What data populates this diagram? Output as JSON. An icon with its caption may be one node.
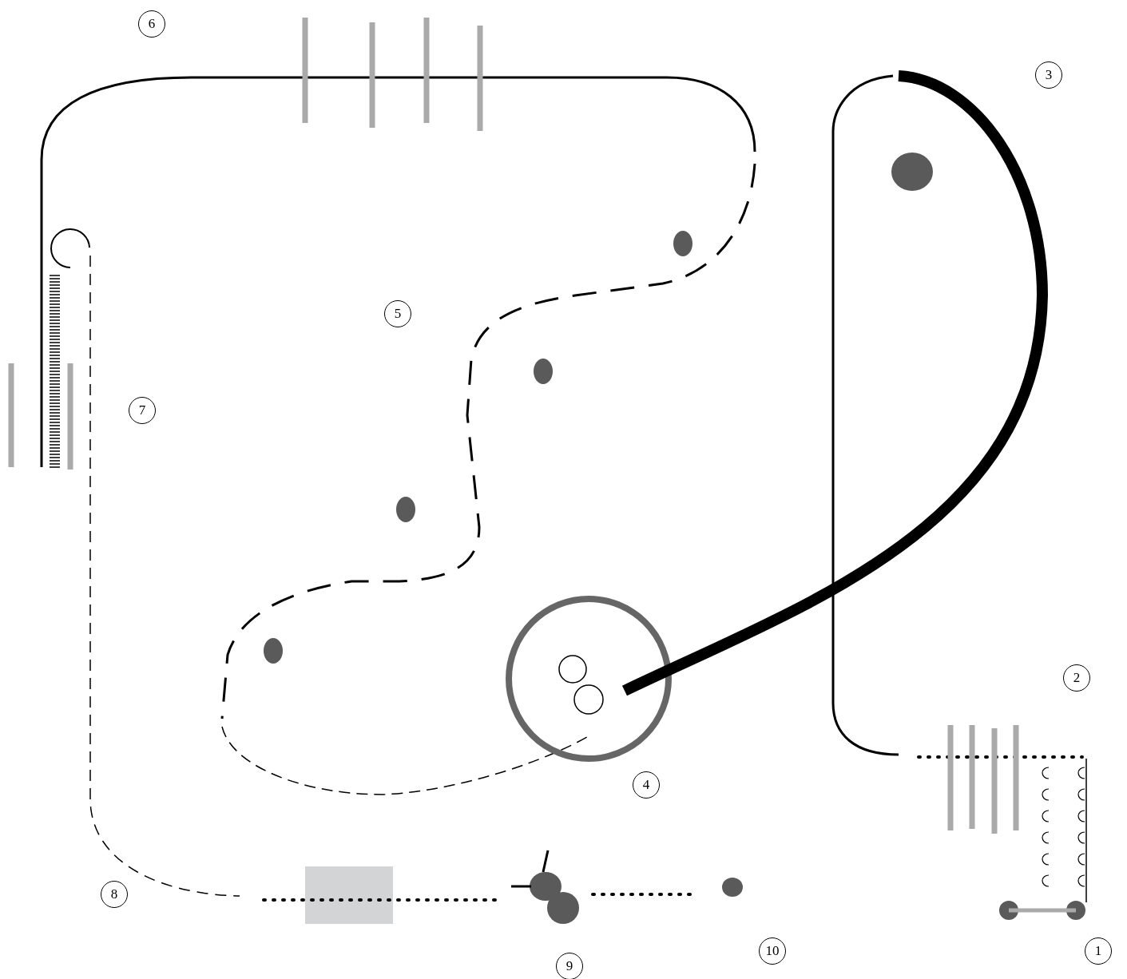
{
  "diagram": {
    "labels": [
      "6",
      "3",
      "5",
      "7",
      "2",
      "4",
      "8",
      "10",
      "1",
      "9"
    ]
  }
}
